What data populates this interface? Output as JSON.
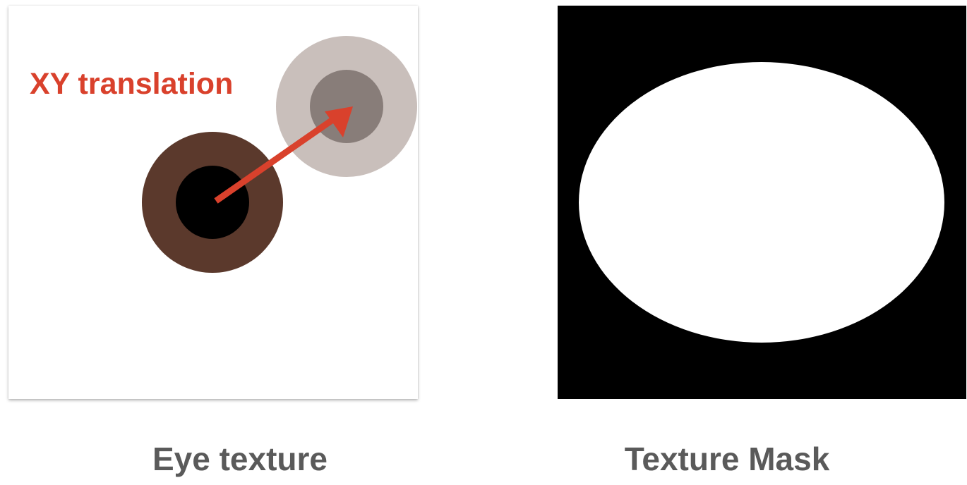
{
  "eye_texture": {
    "annotation": "XY translation",
    "caption": "Eye texture",
    "colors": {
      "iris": "#5b392c",
      "pupil": "#000000",
      "ghost_iris": "#c9bfbb",
      "ghost_pupil": "#887d79",
      "arrow": "#d9412c",
      "annotation_text": "#d9412c"
    }
  },
  "texture_mask": {
    "caption": "Texture Mask",
    "colors": {
      "background": "#000000",
      "ellipse": "#ffffff"
    }
  }
}
